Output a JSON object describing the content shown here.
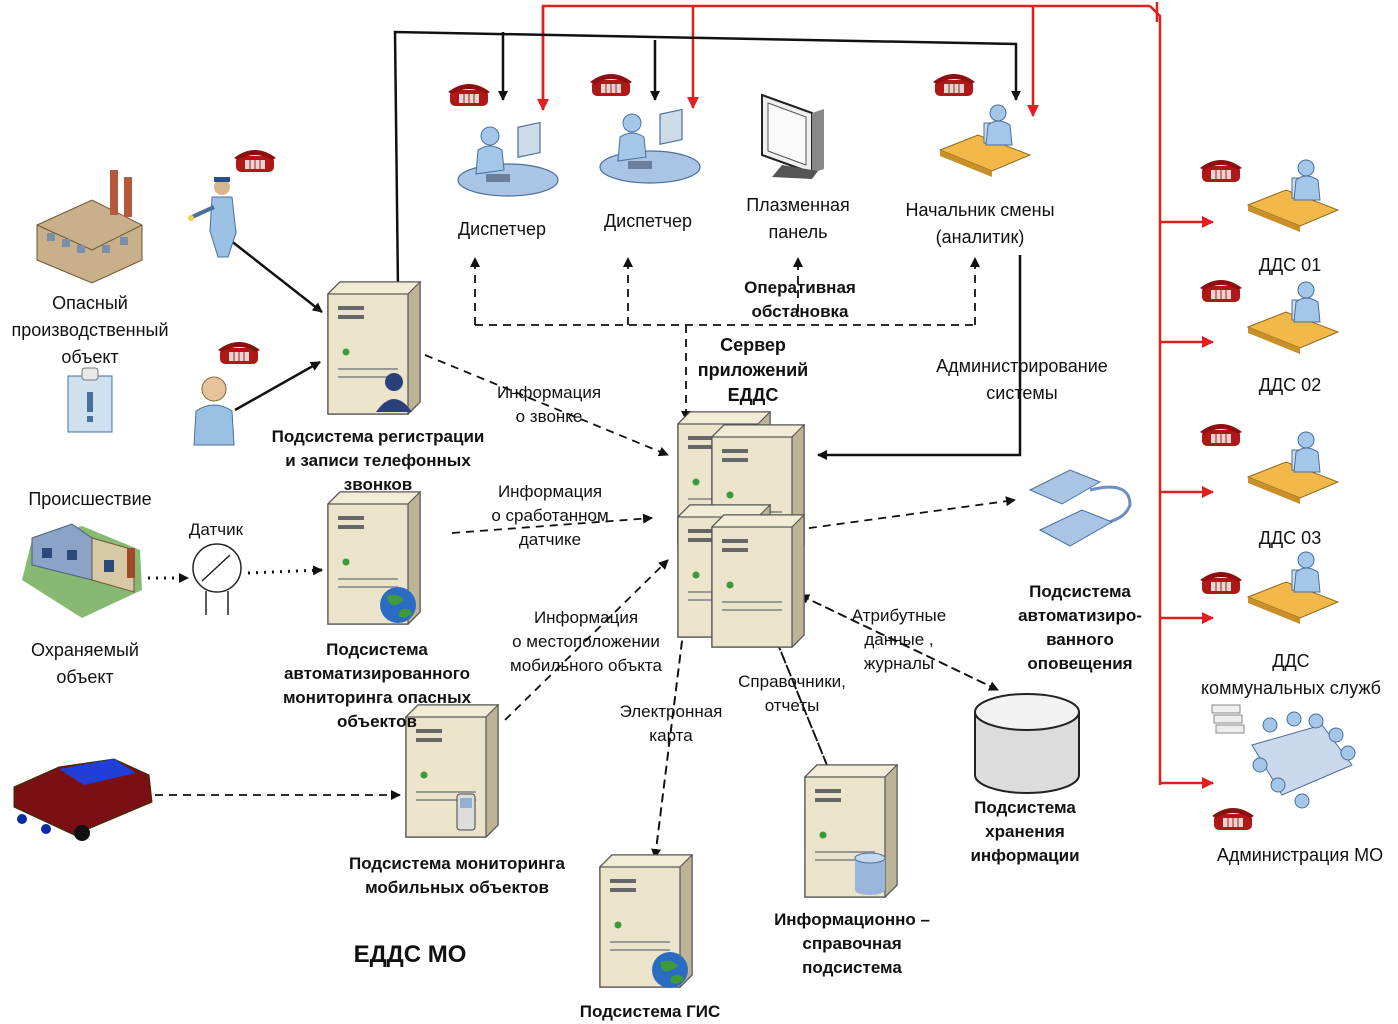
{
  "title": "ЕДДС МО",
  "nodes": {
    "hazard_object": [
      "Опасный",
      "производственный",
      "объект"
    ],
    "incident": [
      "Происшествие"
    ],
    "sensor": [
      "Датчик"
    ],
    "protected_object": [
      "Охраняемый",
      "объект"
    ],
    "call_subsystem": [
      "Подсистема регистрации",
      "и записи телефонных",
      "звонков"
    ],
    "monitoring_subsystem": [
      "Подсистема",
      "автоматизированного",
      "мониторинга опасных",
      "объектов"
    ],
    "mobile_subsystem": [
      "Подсистема мониторинга",
      "мобильных объектов"
    ],
    "gis_subsystem": [
      "Подсистема ГИС"
    ],
    "reference_subsystem": [
      "Информационно –",
      "справочная",
      "подсистема"
    ],
    "storage_subsystem": [
      "Подсистема",
      "хранения",
      "информации"
    ],
    "notify_subsystem": [
      "Подсистема",
      "автоматизиро-",
      "ванного",
      "оповещения"
    ],
    "server": [
      "Сервер",
      "приложений",
      "ЕДДС"
    ],
    "dispatcher1": [
      "Диспетчер"
    ],
    "dispatcher2": [
      "Диспетчер"
    ],
    "plasma": [
      "Плазменная",
      "панель"
    ],
    "shift_chief": [
      "Начальник смены",
      "(аналитик)"
    ],
    "operational": [
      "Оперативная",
      "обстановка"
    ],
    "dds01": [
      "ДДС 01"
    ],
    "dds02": [
      "ДДС 02"
    ],
    "dds03": [
      "ДДС 03"
    ],
    "dds_util": [
      "ДДС",
      "коммунальных служб"
    ],
    "admin_mo": [
      "Администрация МО"
    ]
  },
  "edges": {
    "call_info": [
      "Информация",
      "о звонке"
    ],
    "sensor_info": [
      "Информация",
      "о сработанном",
      "датчике"
    ],
    "location_info": [
      "Информация",
      "о местоположении",
      "мобильного объкта"
    ],
    "electronic_map": [
      "Электронная",
      "карта"
    ],
    "reference_reports": [
      "Справочники,",
      "отчеты"
    ],
    "attr_data": [
      "Атрибутные",
      "данные ,",
      "журналы"
    ],
    "admin": [
      "Администрирование",
      "системы"
    ]
  },
  "colors": {
    "red_line": "#e02020",
    "black_line": "#111111",
    "server_body": "#e8e1c8",
    "phone": "#b01818"
  }
}
